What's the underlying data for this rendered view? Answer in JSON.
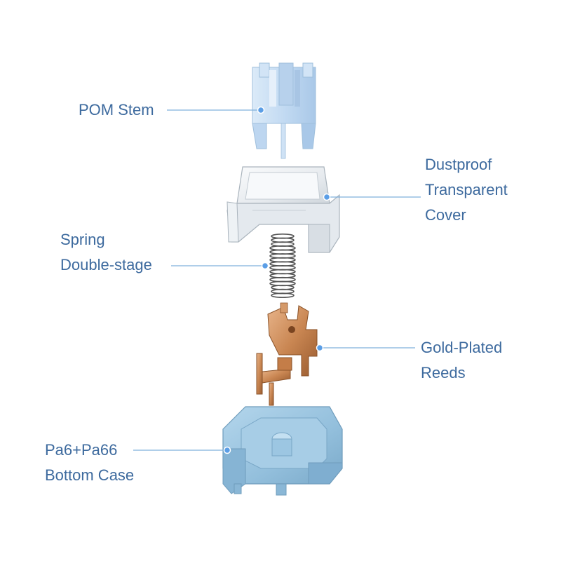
{
  "colors": {
    "label_text": "#3d6a9e",
    "leader_line": "#7fb0dc",
    "marker_dot": "#5b9ee6",
    "stem_fill": "#c4dcf3",
    "cover_fill": "#eef1f4",
    "spring_stroke": "#555555",
    "reed_fill": "#c8875a",
    "case_fill": "#98c3df"
  },
  "labels": {
    "stem": [
      "POM Stem"
    ],
    "cover": [
      "Dustproof",
      "Transparent",
      "Cover"
    ],
    "spring": [
      "Spring",
      "Double-stage"
    ],
    "reeds": [
      "Gold-Plated",
      "Reeds"
    ],
    "case": [
      "Pa6+Pa66",
      "Bottom Case"
    ]
  }
}
